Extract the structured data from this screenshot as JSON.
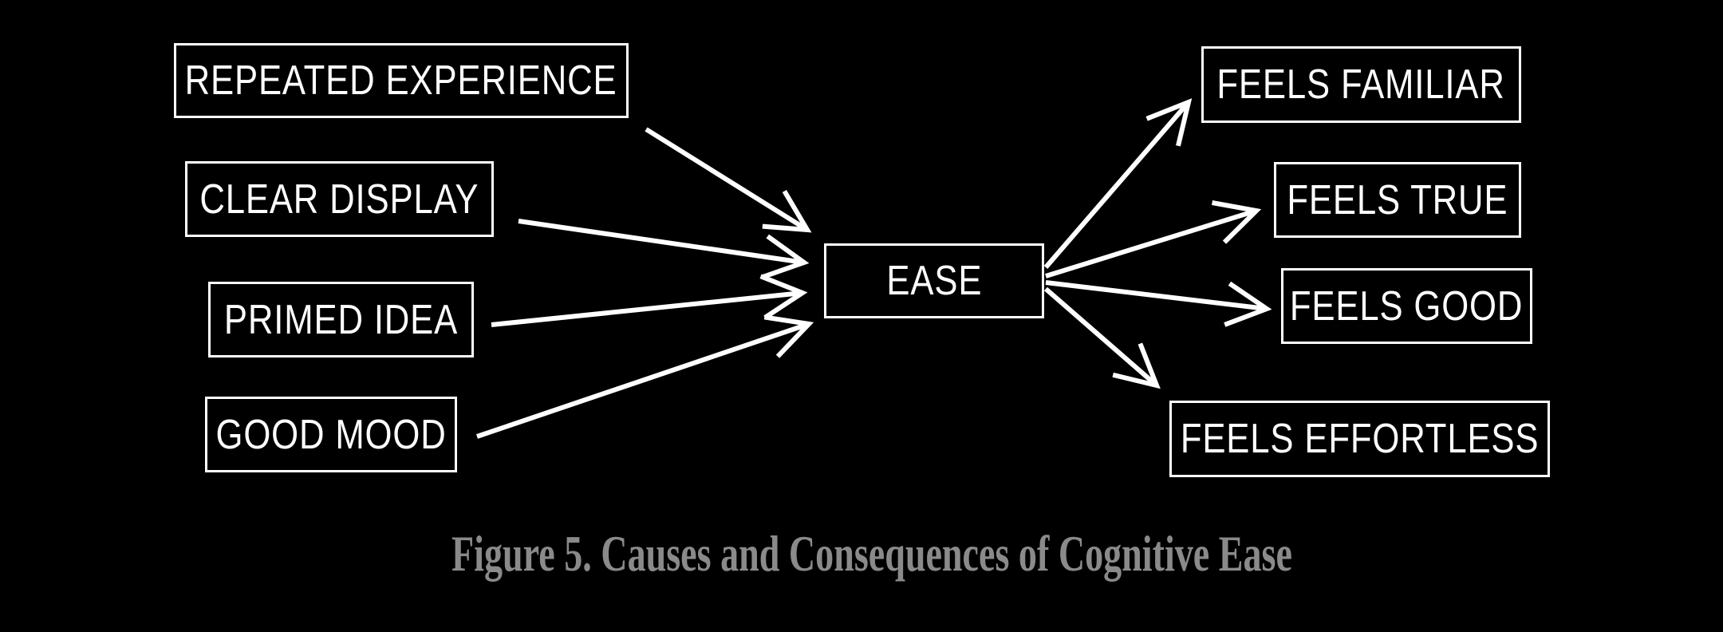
{
  "figure": {
    "caption": "Figure 5. Causes and Consequences of Cognitive Ease",
    "center_node": {
      "label": "EASE"
    },
    "causes": [
      {
        "label": "REPEATED EXPERIENCE"
      },
      {
        "label": "CLEAR DISPLAY"
      },
      {
        "label": "PRIMED IDEA"
      },
      {
        "label": "GOOD MOOD"
      }
    ],
    "consequences": [
      {
        "label": "FEELS FAMILIAR"
      },
      {
        "label": "FEELS TRUE"
      },
      {
        "label": "FEELS GOOD"
      },
      {
        "label": "FEELS EFFORTLESS"
      }
    ]
  },
  "colors": {
    "background": "#000000",
    "box_border": "#ffffff",
    "box_text": "#ffffff",
    "arrow": "#ffffff",
    "caption_text": "#8a8a8a"
  }
}
